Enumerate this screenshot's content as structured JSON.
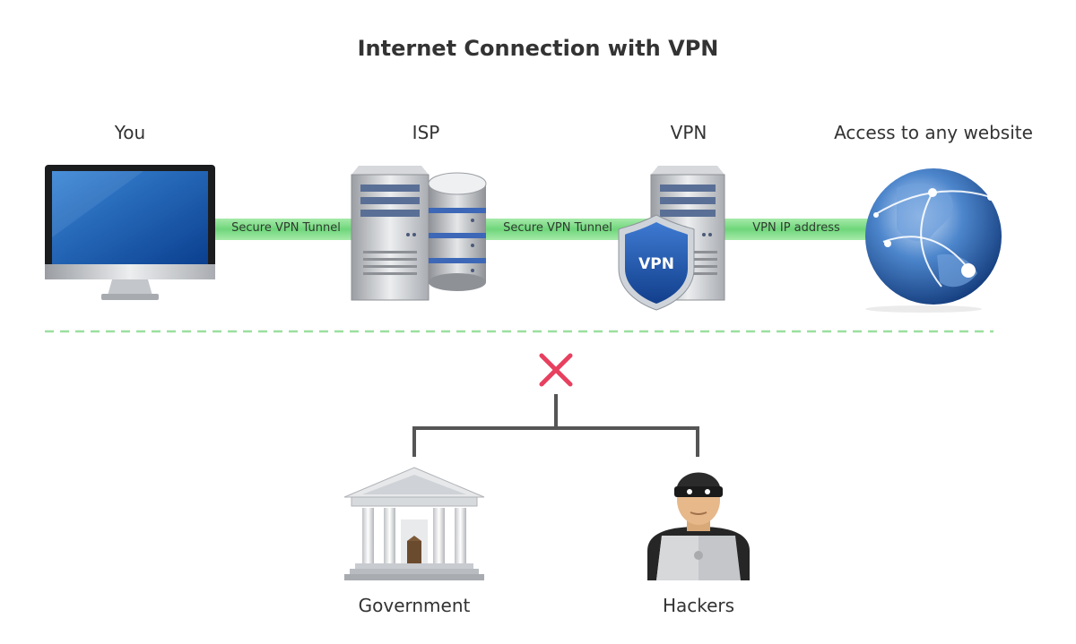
{
  "title": "Internet Connection with VPN",
  "nodes": {
    "you": "You",
    "isp": "ISP",
    "vpn": "VPN",
    "website": "Access to any website"
  },
  "links": {
    "you_isp": "Secure VPN Tunnel",
    "isp_vpn": "Secure VPN Tunnel",
    "vpn_web": "VPN IP address"
  },
  "shield_text": "VPN",
  "blocked": {
    "government": "Government",
    "hackers": "Hackers"
  },
  "colors": {
    "tunnel": "#7fdc8a",
    "dashed": "#9be09f",
    "block_x": "#e8405f",
    "tree": "#555555"
  },
  "icons": [
    "monitor-icon",
    "server-icon",
    "database-icon",
    "shield-icon",
    "globe-icon",
    "blocked-x-icon",
    "government-building-icon",
    "hacker-icon"
  ]
}
